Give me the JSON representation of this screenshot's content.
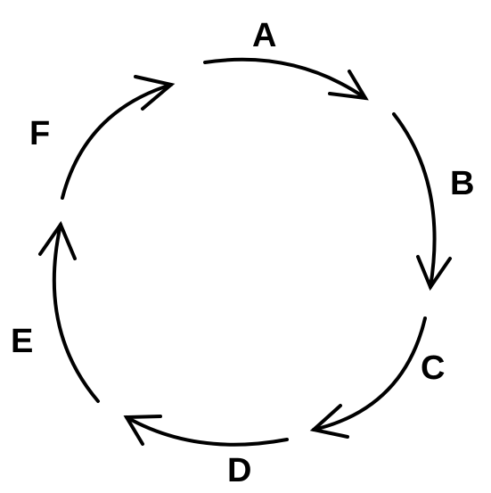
{
  "diagram": {
    "type": "cycle",
    "direction": "clockwise",
    "stroke_color": "#000000",
    "background_color": "#ffffff",
    "segments": [
      {
        "label": "A",
        "arrow": "arrow-right-icon"
      },
      {
        "label": "B",
        "arrow": "arrow-down-icon"
      },
      {
        "label": "C",
        "arrow": "arrow-left-icon"
      },
      {
        "label": "D",
        "arrow": "arrow-left-icon"
      },
      {
        "label": "E",
        "arrow": "arrow-up-icon"
      },
      {
        "label": "F",
        "arrow": "arrow-right-icon"
      }
    ]
  }
}
